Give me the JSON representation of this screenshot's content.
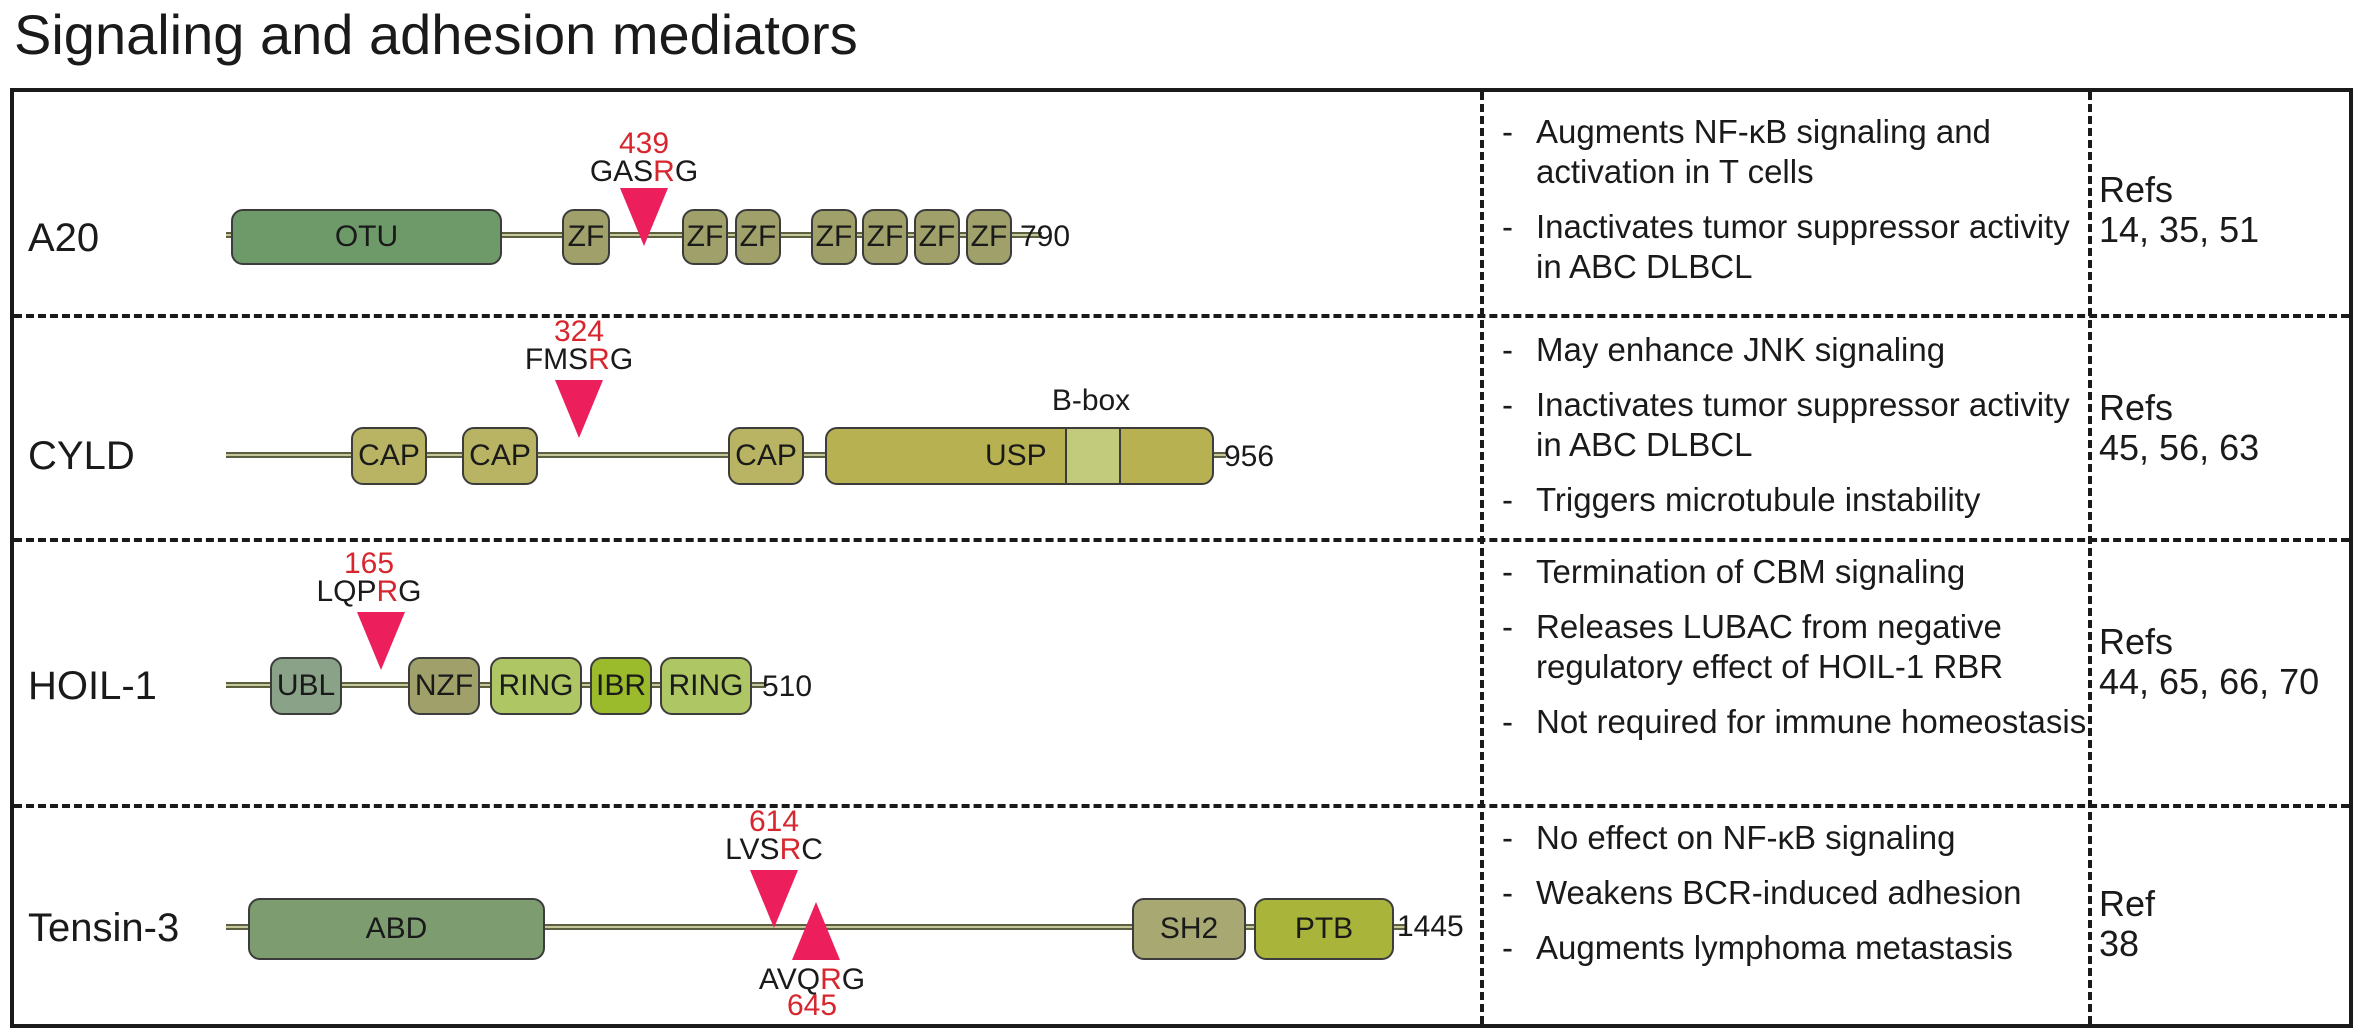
{
  "title": "Signaling and adhesion mediators",
  "colors": {
    "domain_dark": "#6e9a6a",
    "domain_olive": "#9fa06a",
    "domain_khaki": "#b8b463",
    "domain_usp": "#b7b152",
    "domain_bbox": "#c1cb7b",
    "domain_ubl": "#8aa288",
    "domain_lime": "#aec764",
    "domain_green": "#9cbb2c",
    "domain_abd": "#7d9c70",
    "domain_sh2": "#a8a873",
    "domain_ptb": "#a9b43a",
    "cleavage_marker": "#ec1e5b",
    "cleavage_residue": "#d7262e"
  },
  "proteins": [
    {
      "name": "A20",
      "length_label": "790",
      "sites": [
        {
          "position": "439",
          "seq_before": "GAS",
          "residue": "R",
          "seq_after": "G"
        }
      ],
      "effects": [
        "Augments NF-κB signaling and activation in T cells",
        "Inactivates tumor suppressor activity in ABC DLBCL"
      ],
      "refs_label": "Refs",
      "refs": "14, 35, 51"
    },
    {
      "name": "CYLD",
      "length_label": "956",
      "sites": [
        {
          "position": "324",
          "seq_before": "FMS",
          "residue": "R",
          "seq_after": "G"
        }
      ],
      "bbox_label": "B-box",
      "effects": [
        "May enhance JNK signaling",
        "Inactivates tumor suppressor activity in ABC DLBCL",
        "Triggers microtubule instability"
      ],
      "refs_label": "Refs",
      "refs": "45, 56, 63"
    },
    {
      "name": "HOIL-1",
      "length_label": "510",
      "sites": [
        {
          "position": "165",
          "seq_before": "LQP",
          "residue": "R",
          "seq_after": "G"
        }
      ],
      "effects": [
        "Termination of CBM signaling",
        "Releases LUBAC from negative regulatory effect of HOIL-1 RBR",
        "Not required for immune homeostasis"
      ],
      "refs_label": "Refs",
      "refs": "44, 65, 66, 70"
    },
    {
      "name": "Tensin-3",
      "length_label": "1445",
      "sites": [
        {
          "position": "614",
          "seq_before": "LVS",
          "residue": "R",
          "seq_after": "C"
        },
        {
          "position": "645",
          "seq_before": "AVQ",
          "residue": "R",
          "seq_after": "G"
        }
      ],
      "effects": [
        "No effect on NF-κB signaling",
        "Weakens BCR-induced adhesion",
        "Augments lymphoma metastasis"
      ],
      "refs_label": "Ref",
      "refs": "38"
    }
  ],
  "domain_labels": {
    "a20": [
      "OTU",
      "ZF",
      "ZF",
      "ZF",
      "ZF",
      "ZF",
      "ZF",
      "ZF"
    ],
    "cyld": [
      "CAP",
      "CAP",
      "CAP",
      "USP"
    ],
    "hoil1": [
      "UBL",
      "NZF",
      "RING",
      "IBR",
      "RING"
    ],
    "tensin3": [
      "ABD",
      "SH2",
      "PTB"
    ]
  }
}
